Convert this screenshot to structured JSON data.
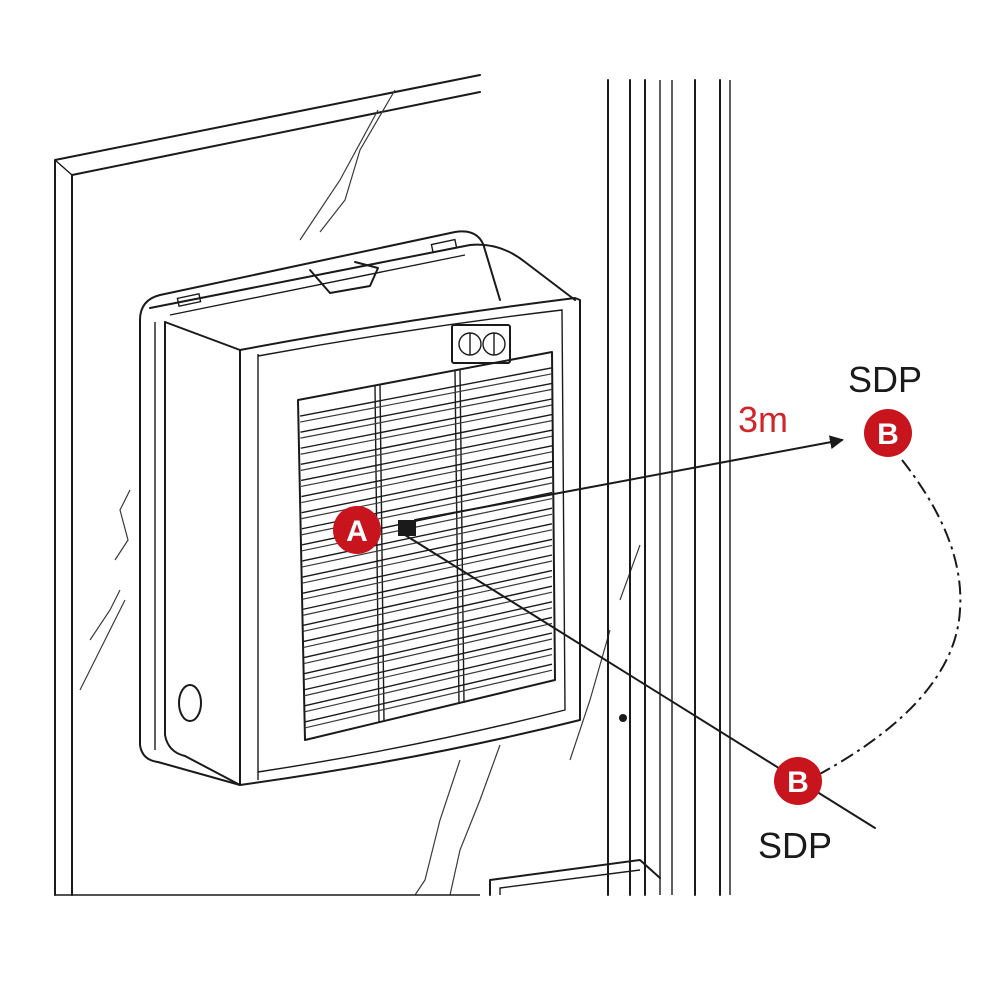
{
  "diagram": {
    "distance_label": "3m",
    "source_point": {
      "letter": "A",
      "color": "#c8141c"
    },
    "target_points": [
      {
        "letter": "B",
        "caption": "SDP"
      },
      {
        "letter": "B",
        "caption": "SDP"
      }
    ],
    "colors": {
      "marker": "#c8141c",
      "distance_text": "#d0262a",
      "line": "#1a1a1a"
    },
    "icons": [
      "fan-unit-icon",
      "window-frame-icon"
    ]
  }
}
